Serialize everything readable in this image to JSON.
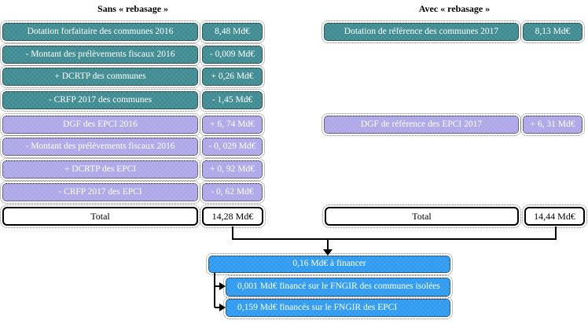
{
  "left": {
    "header": "Sans « rebasage »",
    "rows": [
      {
        "label": "Dotation forfaitaire des communes 2016",
        "value": "8,48 Md€",
        "color": "teal"
      },
      {
        "label": "- Montant des prélèvements fiscaux 2016",
        "value": "- 0,009 Md€",
        "color": "teal"
      },
      {
        "label": "+ DCRTP des communes",
        "value": "+ 0,26 Md€",
        "color": "teal"
      },
      {
        "label": "- CRFP 2017 des communes",
        "value": "- 1,45 Md€",
        "color": "teal"
      },
      {
        "label": "DGF des EPCI 2016",
        "value": "+ 6, 74 Md€",
        "color": "purple"
      },
      {
        "label": "- Montant des prélèvements fiscaux 2016",
        "value": "- 0, 029 Md€",
        "color": "purple"
      },
      {
        "label": "+ DCRTP des EPCI",
        "value": "+ 0, 92 Md€",
        "color": "purple"
      },
      {
        "label": "- CRFP 2017 des EPCI",
        "value": "- 0, 62 Md€",
        "color": "purple"
      }
    ],
    "total": {
      "label": "Total",
      "value": "14,28 Md€"
    }
  },
  "right": {
    "header": "Avec « rebasage »",
    "rows": [
      {
        "label": "Dotation de référence des communes 2017",
        "value": "8,13 Md€",
        "color": "teal"
      },
      {
        "label": "DGF de référence des EPCI 2017",
        "value": "+ 6, 31 Md€",
        "color": "purple"
      }
    ],
    "total": {
      "label": "Total",
      "value": "14,44 Md€"
    }
  },
  "bottom": {
    "main": "0,16 Md€ à financer",
    "items": [
      "0,001 Md€ financé sur le FNGIR des communes isolées",
      "0,159 Md€ financés sur le FNGIR des EPCI"
    ]
  },
  "colors": {
    "teal": "#3E8C92",
    "purple": "#ADA8E8",
    "blue": "#2E9BF0",
    "connector": "#000000",
    "text_on_fill": "#FFFFFF"
  }
}
